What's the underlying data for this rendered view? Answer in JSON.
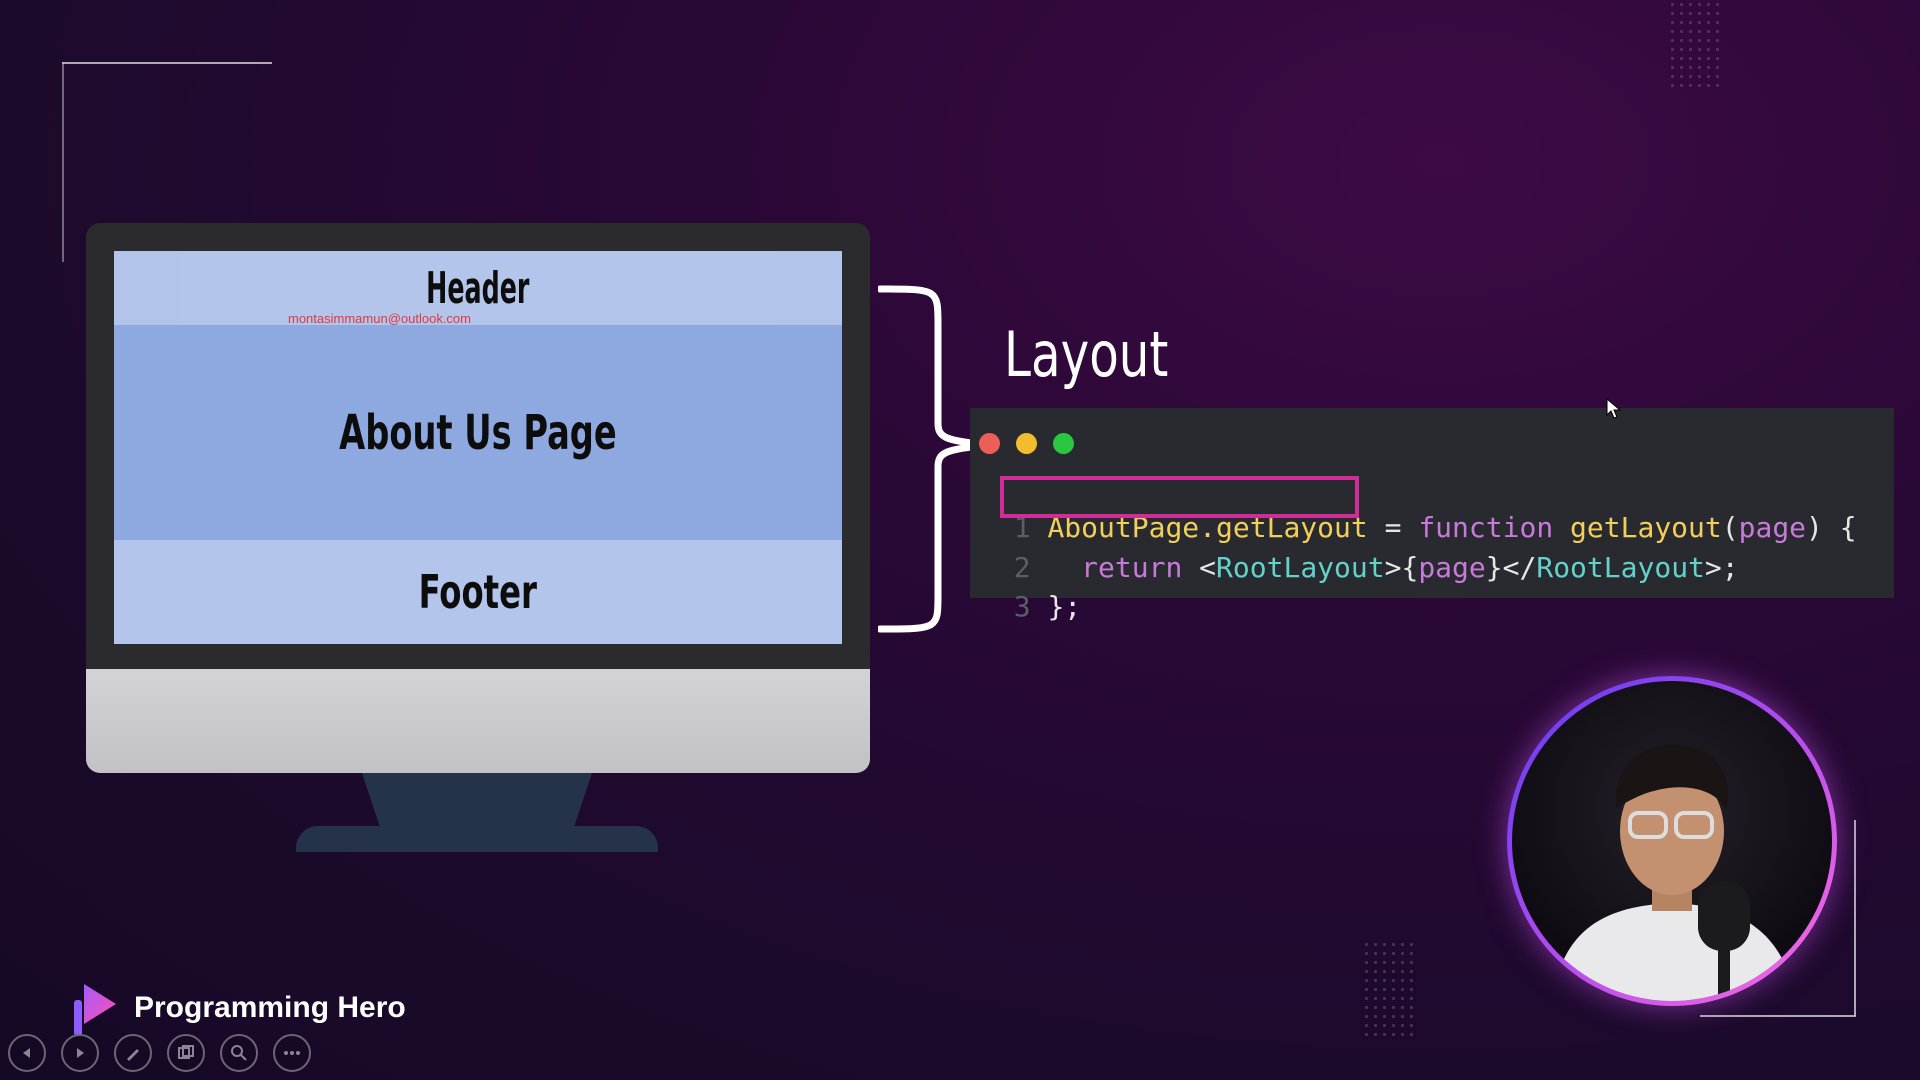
{
  "monitor": {
    "header_label": "Header",
    "main_label": "About Us Page",
    "footer_label": "Footer",
    "watermark_email": "montasimmamun@outlook.com"
  },
  "layout_label": "Layout",
  "code": {
    "line_numbers": [
      "1",
      "2",
      "3"
    ],
    "line1": {
      "highlighted": "AboutPage.getLayout",
      "assign": " = ",
      "keyword": "function",
      "fn_name": " getLayout",
      "open_paren": "(",
      "param": "page",
      "close": ") {"
    },
    "line2": {
      "keyword": "return",
      "lt": " <",
      "tag": "RootLayout",
      "mid": ">{",
      "param": "page",
      "close_open": "}</",
      "tag2": "RootLayout",
      "end": ">;"
    },
    "line3": {
      "text": "};"
    },
    "window_buttons": [
      "#ed5f56",
      "#f2bc2f",
      "#2ac840"
    ]
  },
  "brand": {
    "name": "Programming Hero"
  },
  "controls": [
    "prev-icon",
    "play-icon",
    "pen-icon",
    "slides-icon",
    "zoom-icon",
    "more-icon"
  ],
  "colors": {
    "highlight_border": "#d12d98",
    "presenter_ring": "#b34bf0"
  }
}
